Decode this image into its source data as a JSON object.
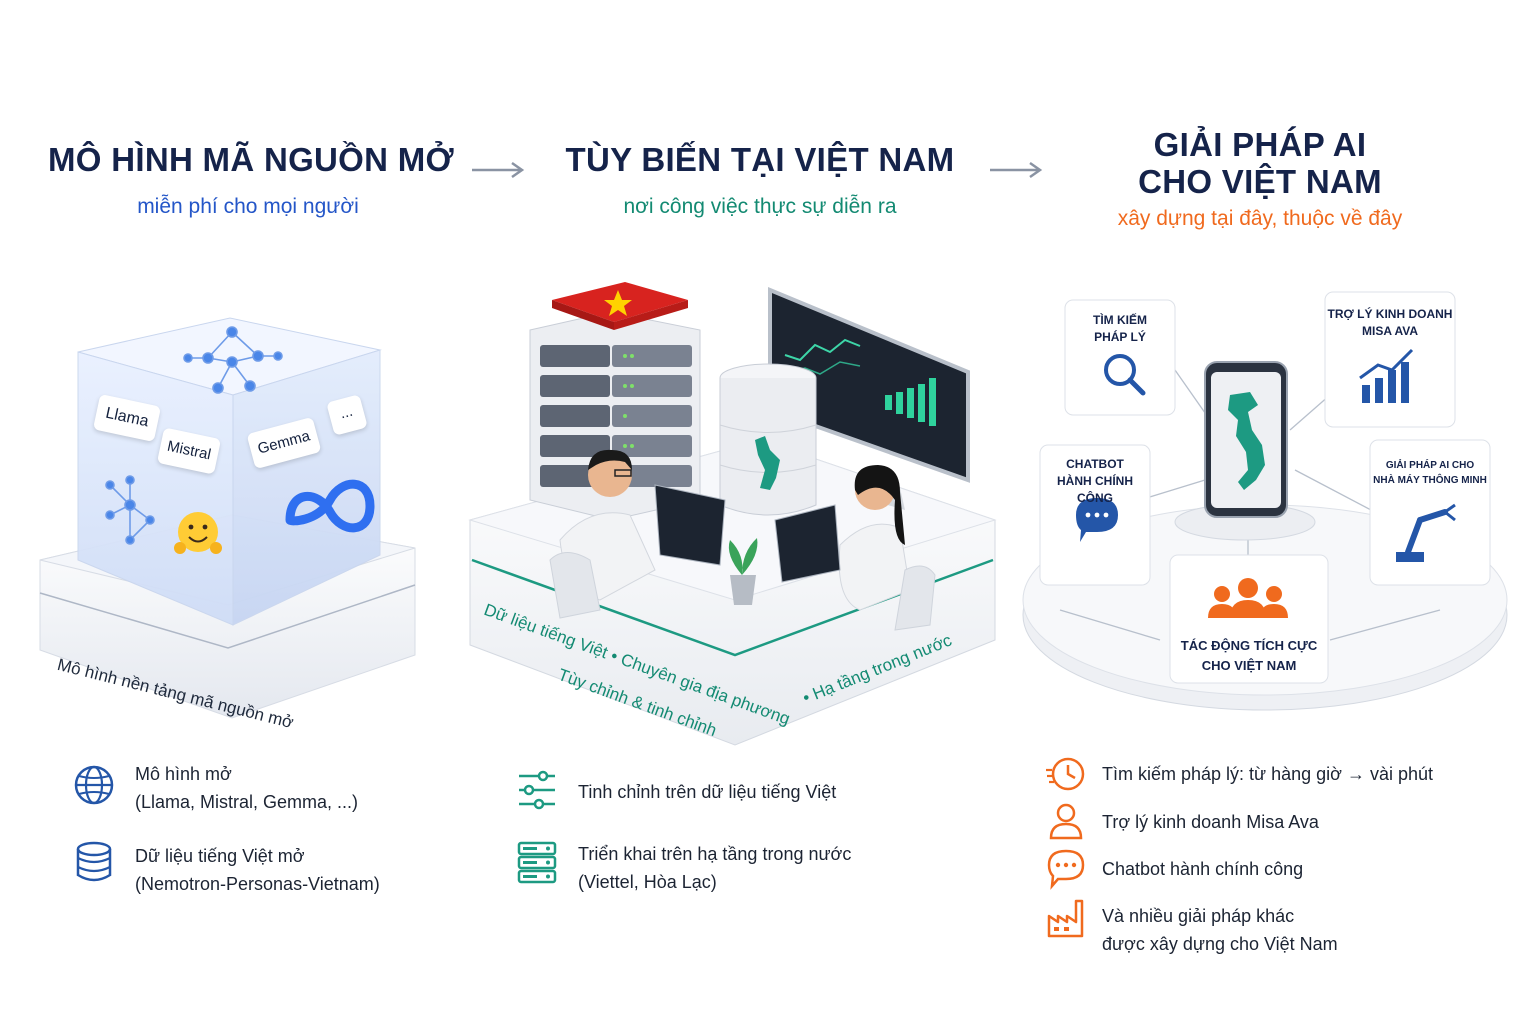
{
  "columns": [
    {
      "title": "MÔ HÌNH MÃ NGUỒN MỞ",
      "subtitle": "miễn phí cho mọi người",
      "cube": {
        "chips": [
          "Llama",
          "Mistral",
          "Gemma",
          "..."
        ],
        "base_label": "Mô hình nền tảng mã nguồn mở"
      },
      "bullets": [
        {
          "icon": "globe-icon",
          "line1": "Mô hình mở",
          "line2": "(Llama, Mistral, Gemma, ...)"
        },
        {
          "icon": "database-icon",
          "line1": "Dữ liệu tiếng Việt mở",
          "line2": "(Nemotron-Personas-Vietnam)"
        }
      ]
    },
    {
      "title": "TÙY BIẾN TẠI VIỆT NAM",
      "subtitle": "nơi công việc thực sự diễn ra",
      "platform": {
        "label_front": "Dữ liệu tiếng Việt  •  Chuyên gia địa phương",
        "label_front2": "Tùy chỉnh & tinh chỉnh",
        "label_right": "•  Hạ tầng trong nước"
      },
      "bullets": [
        {
          "icon": "sliders-icon",
          "line1": "Tinh chỉnh trên dữ liệu tiếng Việt",
          "line2": ""
        },
        {
          "icon": "server-icon",
          "line1": "Triển khai trên hạ tầng trong nước",
          "line2": "(Viettel, Hòa Lạc)"
        }
      ]
    },
    {
      "title_line1": "GIẢI PHÁP AI",
      "title_line2": "CHO VIỆT NAM",
      "subtitle": "xây dựng tại đây, thuộc về đây",
      "cards": {
        "legal": [
          "TÌM KIẾM",
          "PHÁP LÝ"
        ],
        "assistant": [
          "TRỢ LÝ KINH DOANH",
          "MISA AVA"
        ],
        "chatbot": [
          "CHATBOT",
          "HÀNH CHÍNH",
          "CÔNG"
        ],
        "factory": [
          "GIẢI PHÁP AI CHO",
          "NHÀ MÁY THÔNG MINH"
        ],
        "impact": [
          "TÁC ĐỘNG TÍCH CỰC",
          "CHO VIỆT NAM"
        ]
      },
      "bullets": [
        {
          "icon": "clock-icon",
          "line1": "Tìm kiếm pháp lý: từ hàng giờ → vài phút",
          "line2": ""
        },
        {
          "icon": "user-icon",
          "line1": "Trợ lý kinh doanh Misa Ava",
          "line2": ""
        },
        {
          "icon": "chat-icon",
          "line1": "Chatbot hành chính công",
          "line2": ""
        },
        {
          "icon": "factory-icon",
          "line1": "Và nhiều giải pháp khác",
          "line2": "được xây dựng cho Việt Nam"
        }
      ]
    }
  ],
  "colors": {
    "navy": "#15234a",
    "blue": "#2456c8",
    "teal": "#138a72",
    "orange": "#f06a1e",
    "icon_blue": "#2456a8",
    "icon_teal": "#1d9a82",
    "vn_red": "#d8231f",
    "vn_yellow": "#ffd200"
  }
}
